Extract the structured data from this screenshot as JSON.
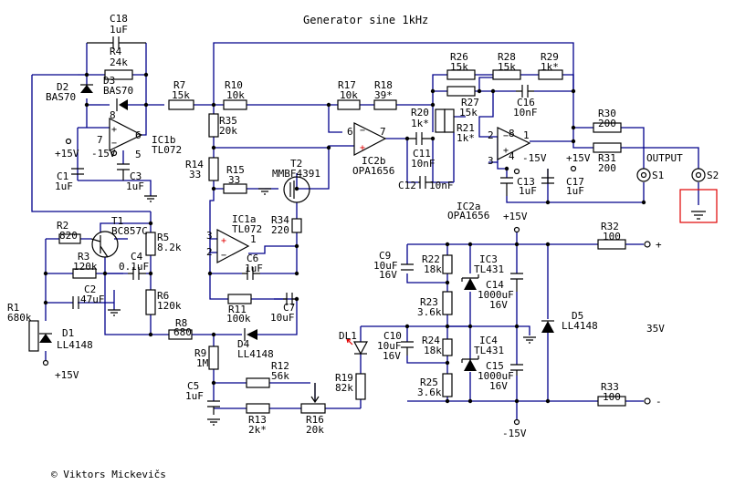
{
  "title": "Generator sine 1kHz",
  "copyright": "© Viktors Mickevičs",
  "output_label": "OUTPUT",
  "supply_note": "35V",
  "labels": {
    "C18": "C18",
    "C18v": "1uF",
    "R4": "R4",
    "R4v": "24k",
    "D2": "D2",
    "D2v": "BAS70",
    "D3": "D3",
    "D3v": "BAS70",
    "R7": "R7",
    "R7v": "15k",
    "R10": "R10",
    "R10v": "10k",
    "R17": "R17",
    "R17v": "10k",
    "R18": "R18",
    "R18v": "39*",
    "R26": "R26",
    "R26v": "15k",
    "R28": "R28",
    "R28v": "15k",
    "R29": "R29",
    "R29v": "1k*",
    "R27": "R27",
    "R27v": "15k",
    "C16": "C16",
    "C16v": "10nF",
    "R20": "R20",
    "R20v": "1k*",
    "R21": "R21",
    "R21v": "1k*",
    "C11": "C11",
    "C11v": "10nF",
    "C12": "C12",
    "C12v": "10nF",
    "R30": "R30",
    "R30v": "200",
    "R31": "R31",
    "R31v": "200",
    "IC1b": "IC1b",
    "IC1bv": "TL072",
    "R35": "R35",
    "R35v": "20k",
    "IC2b": "IC2b",
    "IC2bv": "OPA1656",
    "C1": "C1",
    "C1v": "1uF",
    "C3": "C3",
    "C3v": "1uF",
    "R14": "R14",
    "R14v": "33",
    "R15": "R15",
    "R15v": "33",
    "T2": "T2",
    "T2v": "MMBF4391",
    "C13": "C13",
    "C13v": "1uF",
    "C17": "C17",
    "C17v": "1uF",
    "S1": "S1",
    "S2": "S2",
    "R2": "R2",
    "R2v": "820",
    "T1": "T1",
    "T1v": "BC857C",
    "R5": "R5",
    "R5v": "8.2k",
    "R3": "R3",
    "R3v": "120k",
    "C4": "C4",
    "C4v": "0.1uF",
    "C2": "C2",
    "C2v": "47uF",
    "R6": "R6",
    "R6v": "120k",
    "R1": "R1",
    "R1v": "680k",
    "D1": "D1",
    "D1v": "LL4148",
    "plus15": "+15V",
    "minus15": "-15V",
    "IC1a": "IC1a",
    "IC1av": "TL072",
    "R34": "R34",
    "R34v": "220",
    "C6": "C6",
    "C6v": "1uF",
    "R11": "R11",
    "R11v": "100k",
    "C7": "C7",
    "C7v": "10uF",
    "R8": "R8",
    "R8v": "680",
    "D4": "D4",
    "D4v": "LL4148",
    "R9": "R9",
    "R9v": "1M",
    "C5": "C5",
    "C5v": "1uF",
    "R12": "R12",
    "R12v": "56k",
    "R13": "R13",
    "R13v": "2k*",
    "R16": "R16",
    "R16v": "20k",
    "IC2a": "IC2a",
    "IC2av": "OPA1656",
    "C9": "C9",
    "C9v": "10uF",
    "C9v2": "16V",
    "R22": "R22",
    "R22v": "18k",
    "IC3": "IC3",
    "IC3v": "TL431",
    "C14": "C14",
    "C14v": "1000uF",
    "C14v2": "16V",
    "R23": "R23",
    "R23v": "3.6k",
    "DL1": "DL1",
    "C10": "C10",
    "C10v": "10uF",
    "C10v2": "16V",
    "R24": "R24",
    "R24v": "18k",
    "IC4": "IC4",
    "IC4v": "TL431",
    "C15": "C15",
    "C15v": "1000uF",
    "C15v2": "16V",
    "R19": "R19",
    "R19v": "82k",
    "R25": "R25",
    "R25v": "3.6k",
    "R32": "R32",
    "R32v": "100",
    "R33": "R33",
    "R33v": "100",
    "D5": "D5",
    "D5v": "LL4148",
    "plus": "+",
    "minus": "-",
    "pin8": "8",
    "pin4": "4",
    "pin6": "6",
    "pin7": "7",
    "pin5": "5",
    "pin2": "2",
    "pin1": "1",
    "pin3": "3"
  },
  "colors": {
    "wire": "#00008b",
    "highlight": "#e00000"
  }
}
